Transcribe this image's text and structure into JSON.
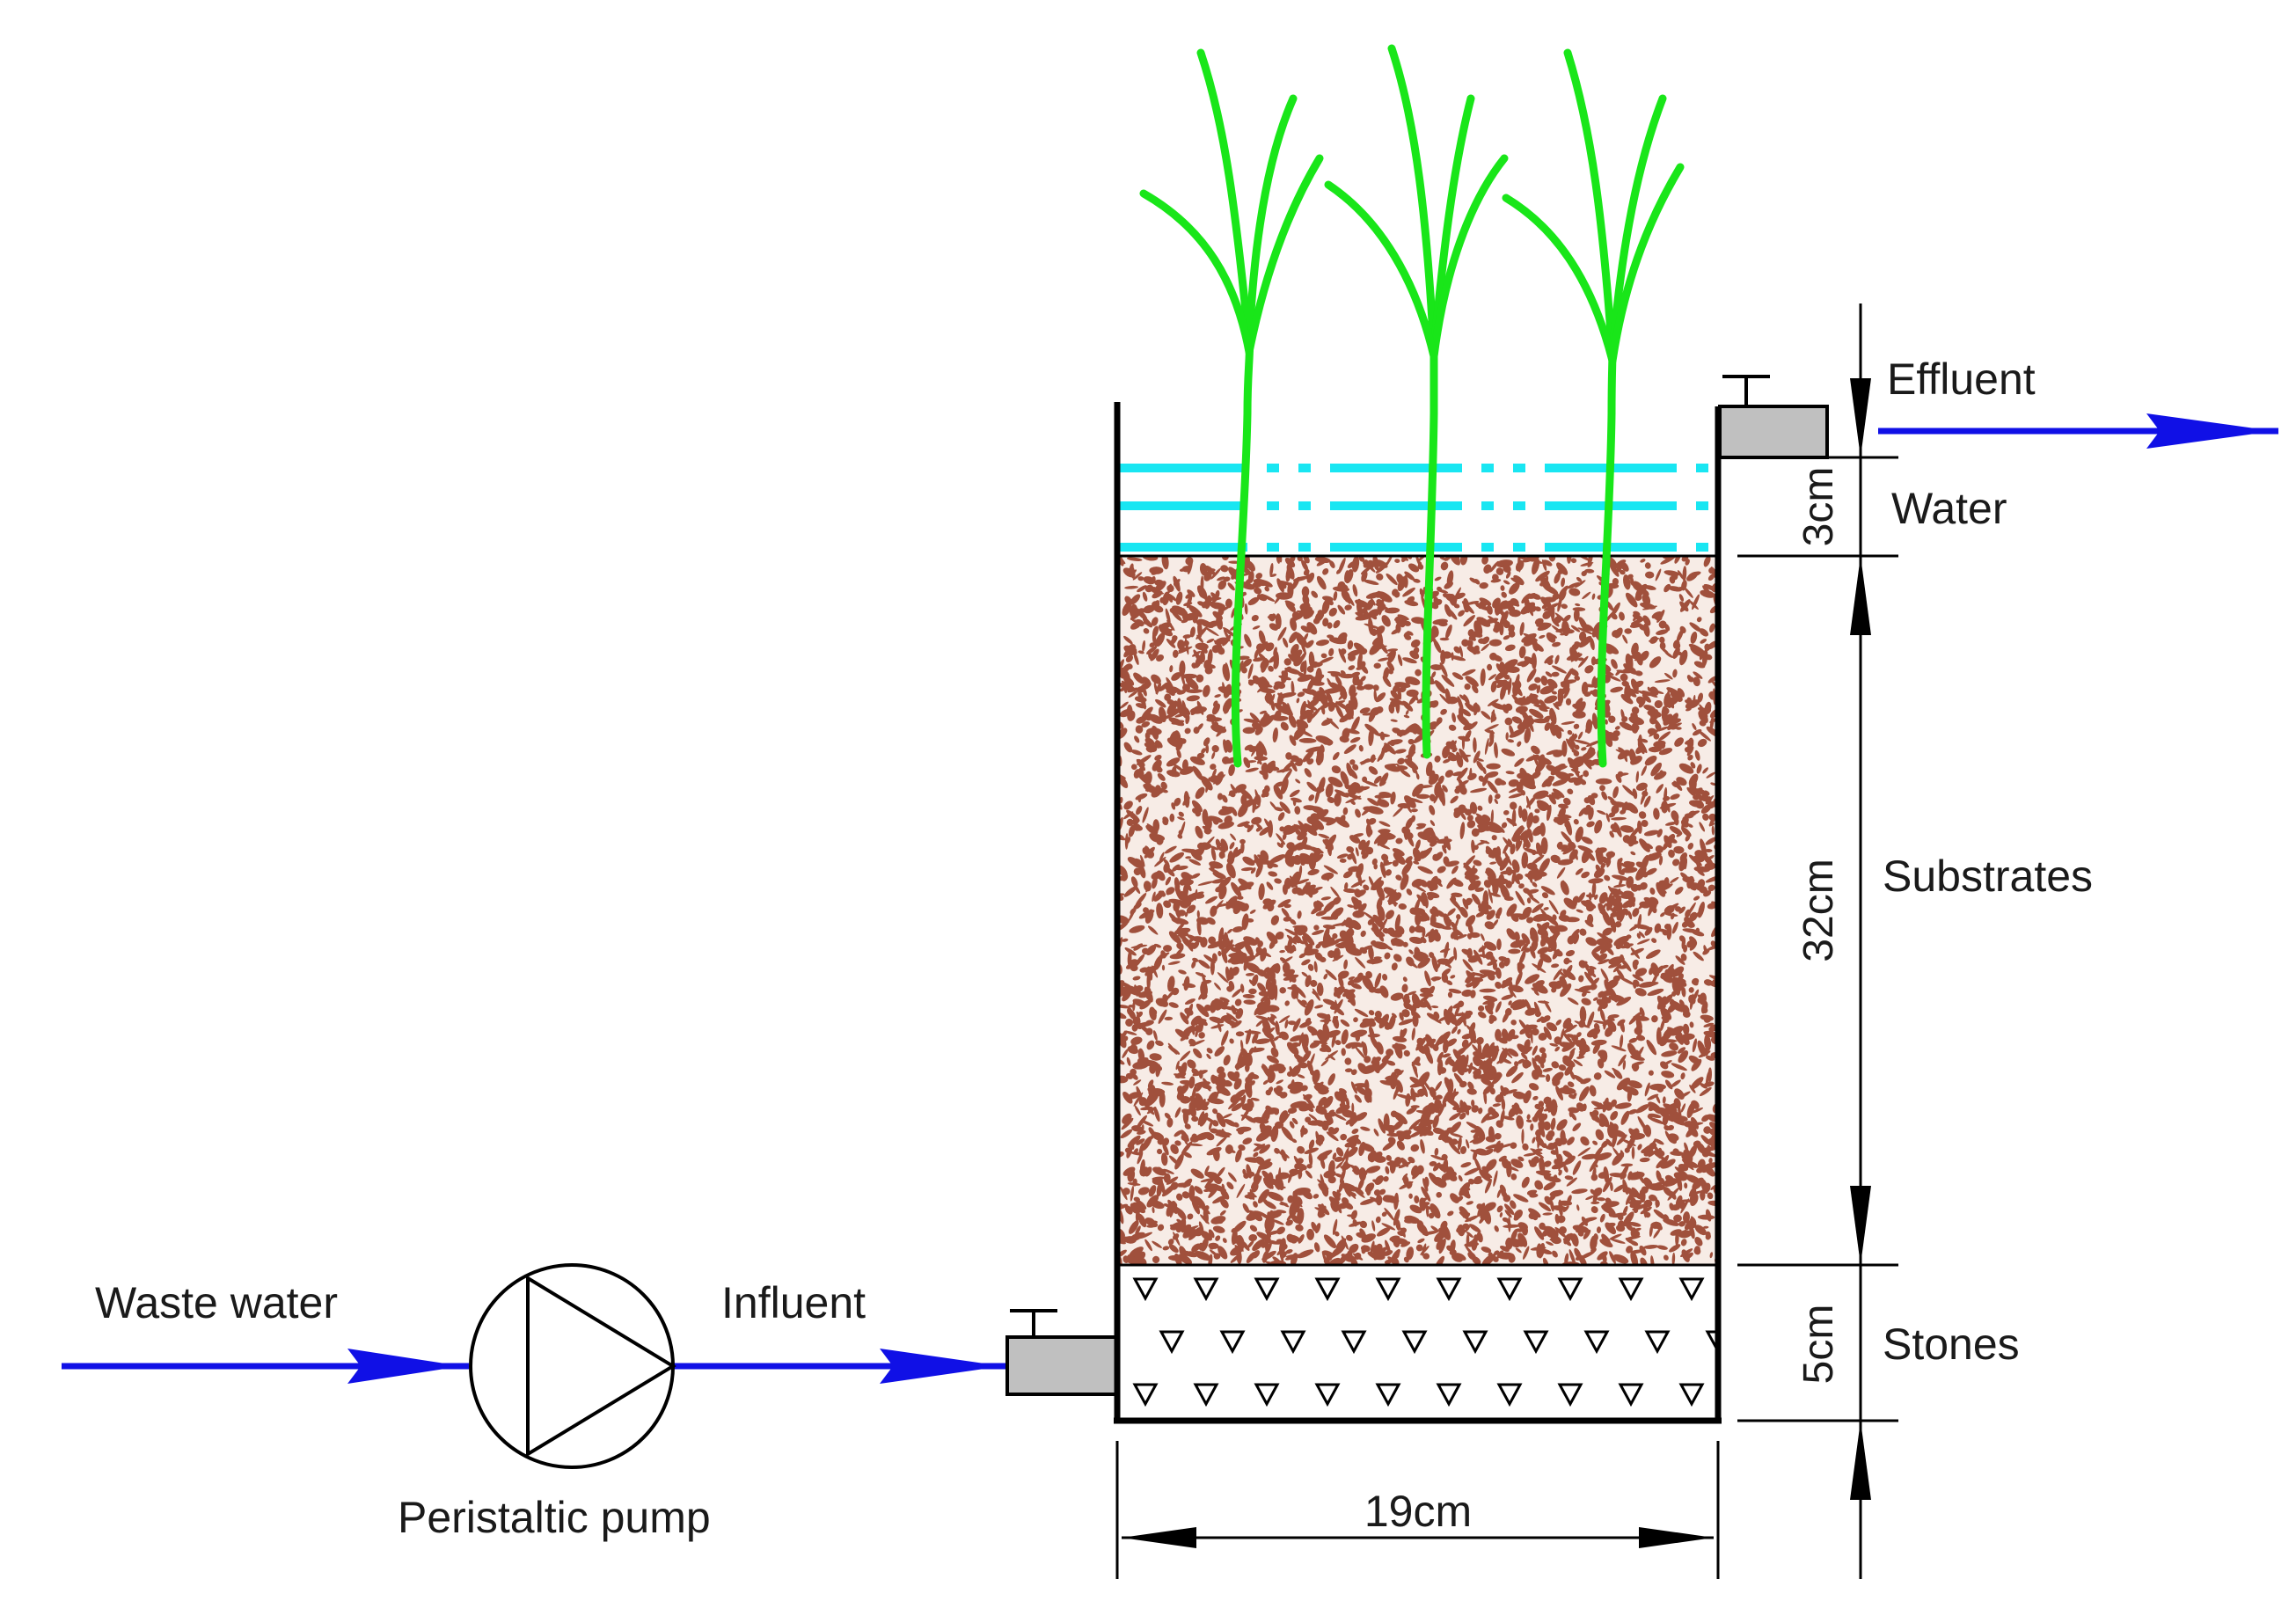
{
  "labels": {
    "waste_water": "Waste water",
    "influent": "Influent",
    "pump": "Peristaltic pump",
    "effluent": "Effluent",
    "water": "Water",
    "substrates": "Substrates",
    "stones": "Stones"
  },
  "dimensions": {
    "water_depth": "3cm",
    "substrate_depth": "32cm",
    "stone_depth": "5cm",
    "width": "19cm"
  },
  "colors": {
    "flow": "#1010e6",
    "water": "#19e6f2",
    "plant": "#19e619",
    "substrate": "#a0503c",
    "valve": "#c0c0c0",
    "line": "#000000"
  }
}
